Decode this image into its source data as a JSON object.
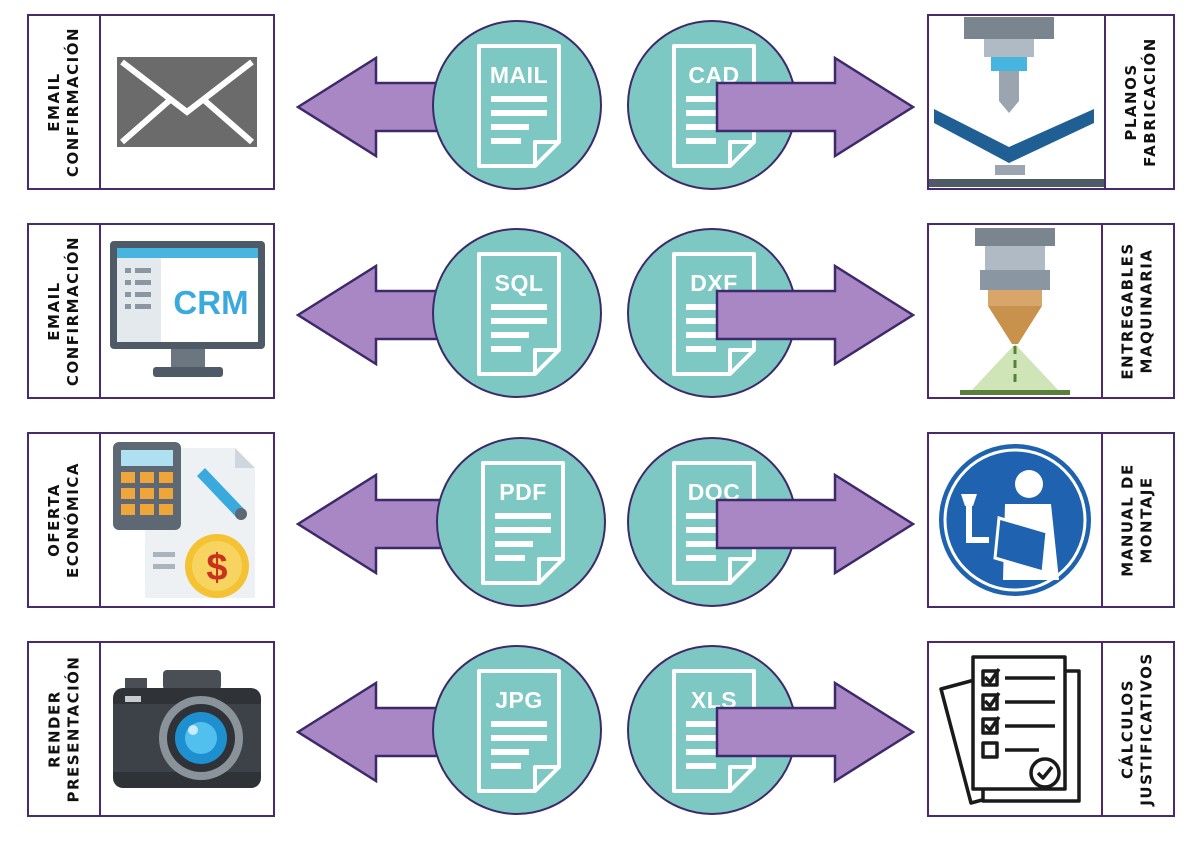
{
  "rows": [
    {
      "left": {
        "label": "EMAIL\nCONFIRMACIÓN",
        "icon": "envelope-icon",
        "format": "MAIL"
      },
      "right": {
        "label": "PLANOS\nFABRICACIÓN",
        "icon": "press-brake-icon",
        "format": "CAD"
      }
    },
    {
      "left": {
        "label": "EMAIL\nCONFIRMACIÓN",
        "icon": "crm-monitor-icon",
        "format": "SQL",
        "screen_text": "CRM"
      },
      "right": {
        "label": "ENTREGABLES\nMAQUINARIA",
        "icon": "laser-cutter-icon",
        "format": "DXF"
      }
    },
    {
      "left": {
        "label": "OFERTA\nECONÓMICA",
        "icon": "calculator-invoice-icon",
        "format": "PDF",
        "coin_text": "$"
      },
      "right": {
        "label": "MANUAL DE\nMONTAJE",
        "icon": "read-manual-icon",
        "format": "DOC"
      }
    },
    {
      "left": {
        "label": "RENDER\nPRESENTACIÓN",
        "icon": "camera-icon",
        "format": "JPG"
      },
      "right": {
        "label": "CÁLCULOS\nJUSTIFICATIVOS",
        "icon": "checklist-documents-icon",
        "format": "XLS"
      }
    }
  ],
  "colors": {
    "border": "#4a2a6e",
    "arrow_fill": "#a986c4",
    "arrow_stroke": "#3d2a6a",
    "circle_fill": "#7ec8c4",
    "document": "#ffffff"
  }
}
